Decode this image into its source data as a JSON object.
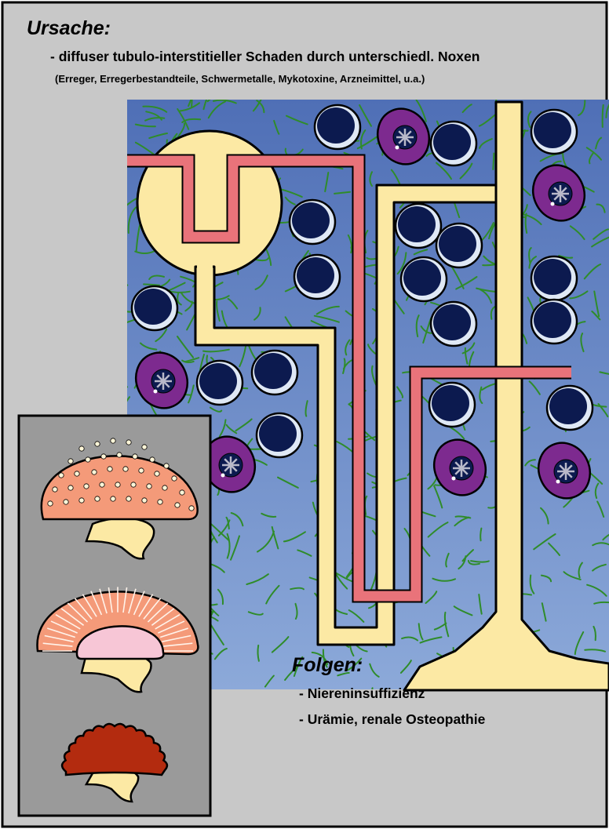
{
  "ursache": {
    "title": "Ursache:",
    "line1": "- diffuser tubulo-interstitieller Schaden durch unterschiedl. Noxen",
    "line2": "(Erreger, Erregerbestandteile, Schwermetalle, Mykotoxine, Arzneimittel, u.a.)"
  },
  "folgen": {
    "title": "Folgen:",
    "items": [
      "- Niereninsuffizienz",
      "- Urämie, renale Osteopathie"
    ]
  },
  "colors": {
    "background": "#c8c8c8",
    "interstitium": "#6f90c9",
    "fibers": "#2f8c2a",
    "tubule": "#fce9a4",
    "vessel": "#e9737a",
    "lymphocyte": "#0c1a4f",
    "plasma_cell": "#7d2a8f",
    "kidney_normal": "#f49a79",
    "kidney_cortex_striped": "#f49a79",
    "kidney_pelvis": "#f7c6d6",
    "kidney_shrunken": "#b32b0f",
    "inset_panel": "#9a9a9a",
    "ureter": "#f8de9c"
  },
  "icons": [
    "lymphocyte-icon",
    "plasma-cell-icon",
    "kidney-normal-icon",
    "kidney-striped-icon",
    "kidney-shrunken-icon"
  ]
}
